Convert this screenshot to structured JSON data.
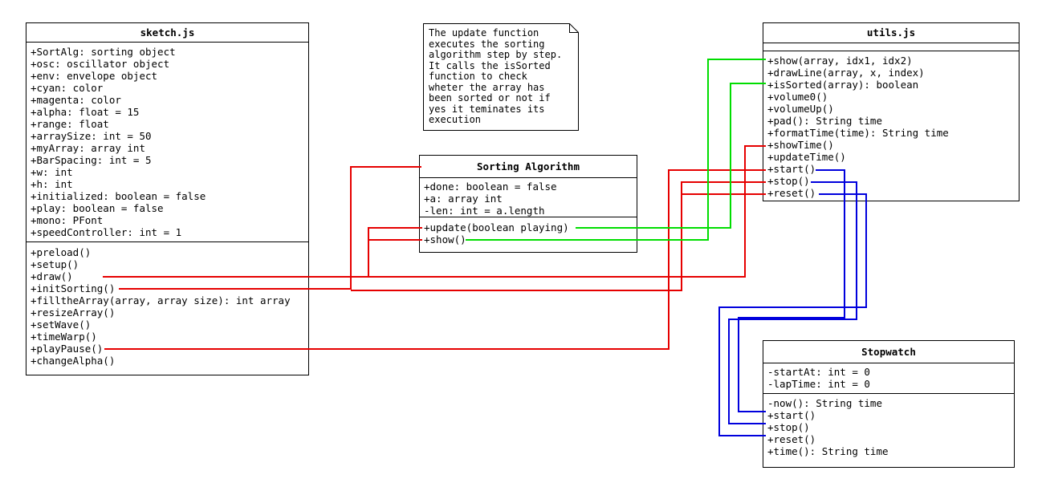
{
  "classes": {
    "sketch": {
      "title": "sketch.js",
      "attributes": [
        "+SortAlg: sorting object",
        "+osc: oscillator object",
        "+env: envelope object",
        "+cyan: color",
        "+magenta: color",
        "+alpha: float = 15",
        "+range: float",
        "+arraySize: int = 50",
        "+myArray: array int",
        "+BarSpacing: int = 5",
        "+w: int",
        "+h: int",
        "+initialized: boolean = false",
        "+play: boolean = false",
        "+mono: PFont",
        "+speedController: int = 1"
      ],
      "methods": [
        "+preload()",
        "+setup()",
        "+draw()",
        "+initSorting()",
        "+filltheArray(array, array size): int array",
        "+resizeArray()",
        "+setWave()",
        "+timeWarp()",
        "+playPause()",
        "+changeAlpha()"
      ]
    },
    "sorting": {
      "title": "Sorting Algorithm",
      "attributes": [
        "+done: boolean = false",
        "+a: array int",
        "-len: int = a.length"
      ],
      "methods": [
        "+update(boolean playing)",
        "+show()"
      ]
    },
    "utils": {
      "title": "utils.js",
      "attributes": [],
      "methods": [
        "+show(array, idx1, idx2)",
        "+drawLine(array, x, index)",
        "+isSorted(array): boolean",
        "+volume0()",
        "+volumeUp()",
        "+pad(): String time",
        "+formatTime(time): String time",
        "+showTime()",
        "+updateTime()",
        "+start()",
        "+stop()",
        "+reset()"
      ]
    },
    "stopwatch": {
      "title": "Stopwatch",
      "attributes": [
        "-startAt: int = 0",
        "-lapTime: int = 0"
      ],
      "methods": [
        "-now(): String time",
        "+start()",
        "+stop()",
        "+reset()",
        "+time(): String time"
      ]
    }
  },
  "note": {
    "text": "The update function\nexecutes the sorting\nalgorithm step by step.\nIt calls the isSorted\nfunction to check\nwheter the array has\nbeen sorted or not if\nyes it teminates its\nexecution"
  },
  "colors": {
    "red": "#e60000",
    "green": "#00dd00",
    "blue": "#0000dd"
  }
}
